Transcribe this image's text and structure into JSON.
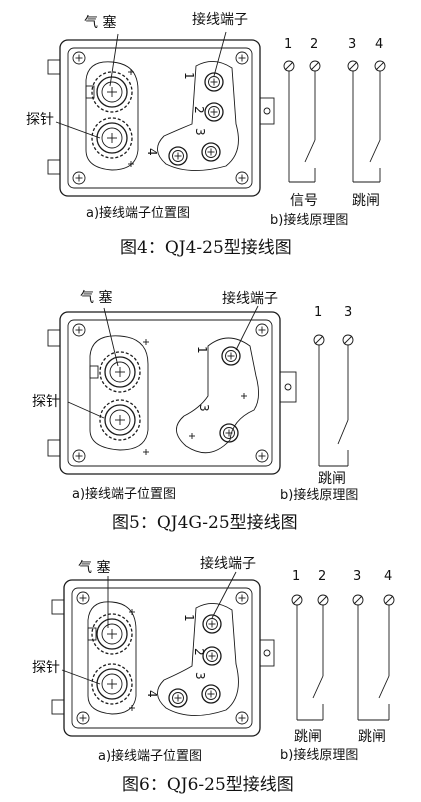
{
  "figures": [
    {
      "labels": {
        "gas_plug": "气 塞",
        "terminal": "接线端子",
        "probe": "探针",
        "sub_a": "a)接线端子位置图",
        "sub_b": "b)接线原理图",
        "caption": "图4：QJ4-25型接线图"
      },
      "terminal_numbers": [
        "1",
        "2",
        "3",
        "4"
      ],
      "schematic_numbers": [
        "1",
        "2",
        "3",
        "4"
      ],
      "contact_labels": [
        "信号",
        "跳闸"
      ]
    },
    {
      "labels": {
        "gas_plug": "气 塞",
        "terminal": "接线端子",
        "probe": "探针",
        "sub_a": "a)接线端子位置图",
        "sub_b": "b)接线原理图",
        "caption": "图5：QJ4G-25型接线图"
      },
      "terminal_numbers": [
        "1",
        "3"
      ],
      "schematic_numbers": [
        "1",
        "3"
      ],
      "contact_labels": [
        "跳闸"
      ]
    },
    {
      "labels": {
        "gas_plug": "气 塞",
        "terminal": "接线端子",
        "probe": "探针",
        "sub_a": "a)接线端子位置图",
        "sub_b": "b)接线原理图",
        "caption": "图6：QJ6-25型接线图"
      },
      "terminal_numbers": [
        "1",
        "2",
        "3",
        "4"
      ],
      "schematic_numbers": [
        "1",
        "2",
        "3",
        "4"
      ],
      "contact_labels": [
        "跳闸",
        "跳闸"
      ]
    }
  ]
}
